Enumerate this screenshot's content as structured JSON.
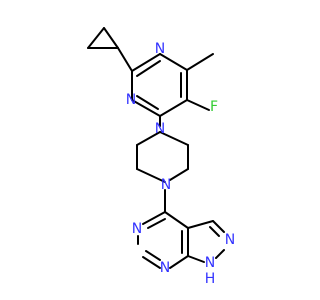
{
  "colors": {
    "background": "#ffffff",
    "bond": "#000000",
    "nitrogen": "#3333ff",
    "fluorine": "#33cc33"
  },
  "atoms": {
    "n1": "N",
    "n3": "N",
    "f": "F",
    "npip1": "N",
    "npip4": "N",
    "n_pz1": "N",
    "n_pz2": "N",
    "n_pz_nh": "N",
    "nh_h": "H",
    "n_pyr": "N"
  }
}
